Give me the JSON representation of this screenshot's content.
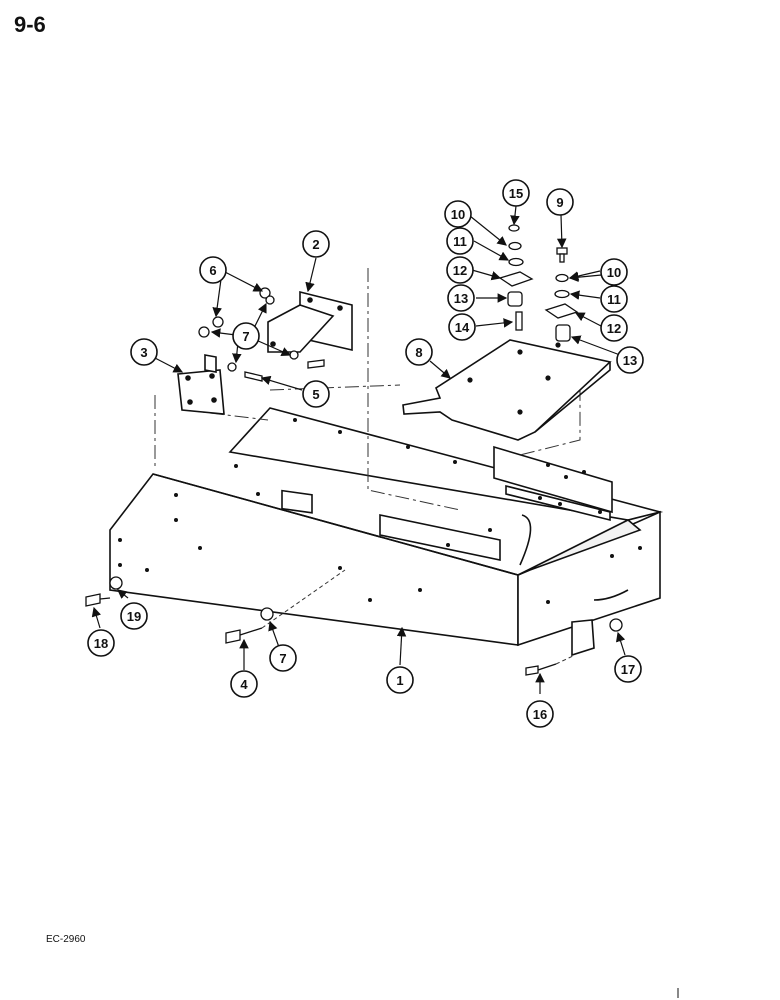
{
  "page_number": "9-6",
  "reference_code": "EC-2960",
  "callouts": [
    {
      "id": "c1",
      "label": "1"
    },
    {
      "id": "c2",
      "label": "2"
    },
    {
      "id": "c3",
      "label": "3"
    },
    {
      "id": "c4",
      "label": "4"
    },
    {
      "id": "c5",
      "label": "5"
    },
    {
      "id": "c6",
      "label": "6"
    },
    {
      "id": "c7a",
      "label": "7"
    },
    {
      "id": "c7b",
      "label": "7"
    },
    {
      "id": "c8",
      "label": "8"
    },
    {
      "id": "c9",
      "label": "9"
    },
    {
      "id": "c10a",
      "label": "10"
    },
    {
      "id": "c10b",
      "label": "10"
    },
    {
      "id": "c11a",
      "label": "11"
    },
    {
      "id": "c11b",
      "label": "11"
    },
    {
      "id": "c12a",
      "label": "12"
    },
    {
      "id": "c12b",
      "label": "12"
    },
    {
      "id": "c13a",
      "label": "13"
    },
    {
      "id": "c13b",
      "label": "13"
    },
    {
      "id": "c14",
      "label": "14"
    },
    {
      "id": "c15",
      "label": "15"
    },
    {
      "id": "c16",
      "label": "16"
    },
    {
      "id": "c17",
      "label": "17"
    },
    {
      "id": "c18",
      "label": "18"
    },
    {
      "id": "c19",
      "label": "19"
    }
  ]
}
